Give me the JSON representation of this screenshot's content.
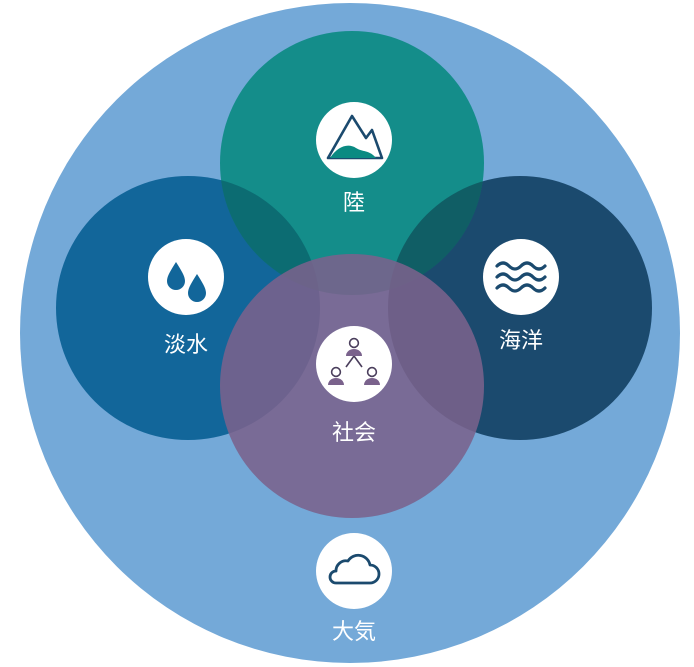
{
  "colors": {
    "atmosphere": "#74a9d8",
    "freshwater": "#12669a",
    "land": "#0a8a82",
    "ocean": "#1b4a6e",
    "society": "#7a628c",
    "icon_circle": "#ffffff",
    "label_text": "#ffffff"
  },
  "diagram": {
    "atmosphere": {
      "label": "大気",
      "icon": "cloud-icon"
    },
    "land": {
      "label": "陸",
      "icon": "mountain-icon"
    },
    "freshwater": {
      "label": "淡水",
      "icon": "water-drops-icon"
    },
    "ocean": {
      "label": "海洋",
      "icon": "waves-icon"
    },
    "society": {
      "label": "社会",
      "icon": "people-network-icon"
    }
  }
}
